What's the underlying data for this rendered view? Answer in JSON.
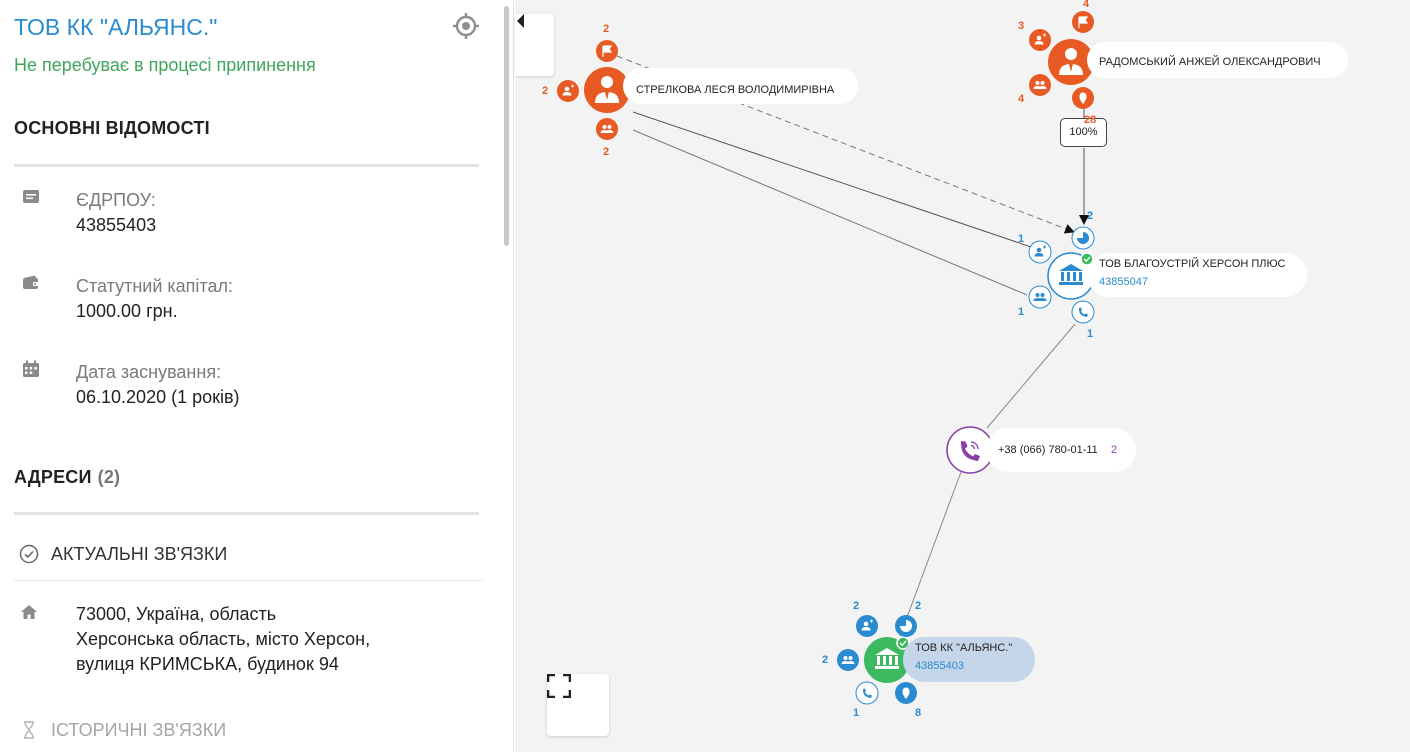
{
  "panel": {
    "title": "ТОВ КК \"АЛЬЯНС.\"",
    "status": "Не перебуває в процесі припинення",
    "main_section": "ОСНОВНІ ВІДОМОСТІ",
    "edrpou_label": "ЄДРПОУ:",
    "edrpou_value": "43855403",
    "capital_label": "Статутний капітал:",
    "capital_value": "1000.00 грн.",
    "date_label": "Дата заснування:",
    "date_value": "06.10.2020 (1 років)",
    "addresses_section": "АДРЕСИ",
    "addresses_count": "(2)",
    "actual_links": "АКТУАЛЬНІ ЗВ'ЯЗКИ",
    "address_lines": [
      "73000, Україна, область",
      "Херсонська область, місто Херсон,",
      "вулиця КРИМСЬКА, будинок 94"
    ],
    "historic_links": "ІСТОРИЧНІ ЗВ'ЯЗКИ"
  },
  "graph": {
    "edge_label": "100%",
    "nodes": {
      "strelkova": {
        "name": "СТРЕЛКОВА ЛЕСЯ ВОЛОДИМИРІВНА",
        "c_flag": "2",
        "c_left": "2",
        "c_bottom": "2"
      },
      "radomsky": {
        "name": "РАДОМСЬКИЙ АНЖЕЙ ОЛЕКСАНДРОВИЧ",
        "c_flag": "4",
        "c_tl": "3",
        "c_bl": "4",
        "c_pin": "28"
      },
      "blagoustriy": {
        "name": "ТОВ БЛАГОУСТРІЙ ХЕРСОН ПЛЮС",
        "code": "43855047",
        "c_pie": "2",
        "c_tl": "1",
        "c_bl": "1",
        "c_phone": "1"
      },
      "phone": {
        "number": "+38 (066) 780-01-11",
        "count": "2"
      },
      "alliance": {
        "name": "ТОВ КК \"АЛЬЯНС.\"",
        "code": "43855403",
        "c_tl": "2",
        "c_tr": "2",
        "c_l": "2",
        "c_bl": "1",
        "c_br": "8"
      }
    }
  },
  "colors": {
    "person": "#e85a24",
    "company_selected": "#3cb95f",
    "accent_blue": "#2a8bd0",
    "phone": "#8a3fa5",
    "status_green": "#3fa55b"
  }
}
